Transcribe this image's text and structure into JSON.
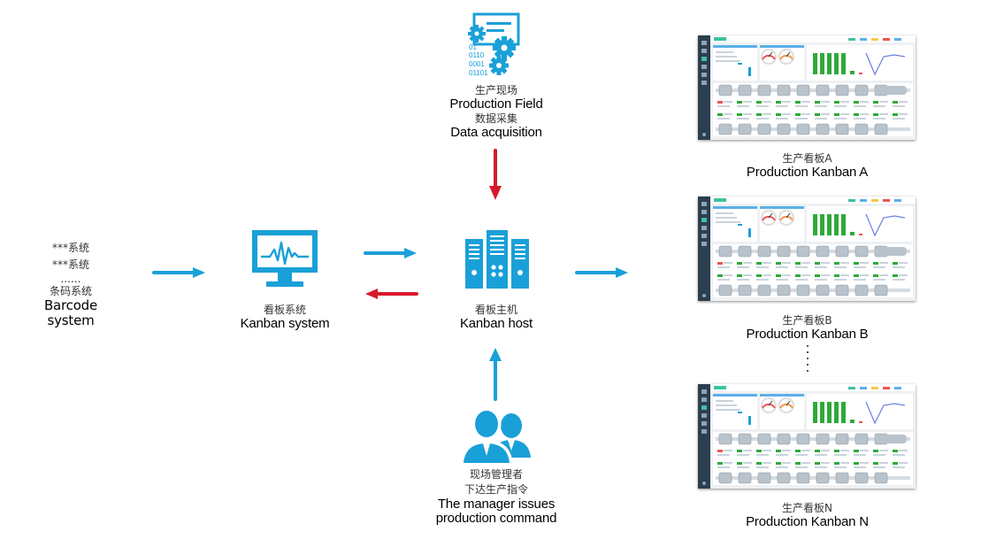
{
  "sources": {
    "lines": [
      "***系统",
      "***系统",
      "......",
      "条码系统"
    ],
    "label_en": "Barcode system"
  },
  "kanban_system": {
    "label_cn": "看板系统",
    "label_en": "Kanban system",
    "icon": "monitor-waveform-icon"
  },
  "kanban_host": {
    "label_cn": "看板主机",
    "label_en": "Kanban host",
    "icon": "server-tower-icon"
  },
  "production_field": {
    "label_cn_1": "生产现场",
    "label_en_1": "Production Field",
    "label_cn_2": "数据采集",
    "label_en_2": "Data acquisition",
    "icon": "data-gears-icon",
    "binary": [
      "01",
      "0110",
      "0001",
      "01101"
    ]
  },
  "manager": {
    "label_cn_1": "现场管理者",
    "label_cn_2": "下达生产指令",
    "label_en_1": "The manager issues",
    "label_en_2": "production command",
    "icon": "users-icon"
  },
  "kanbans": [
    {
      "label_cn": "生产看板A",
      "label_en": "Production Kanban A"
    },
    {
      "label_cn": "生产看板B",
      "label_en": "Production Kanban B"
    },
    {
      "label_cn": "生产看板N",
      "label_en": "Production Kanban  N"
    }
  ],
  "colors": {
    "accent_blue": "#1aa0d8",
    "arrow_red": "#d8192c",
    "bar_green": "#2eaa3a"
  }
}
